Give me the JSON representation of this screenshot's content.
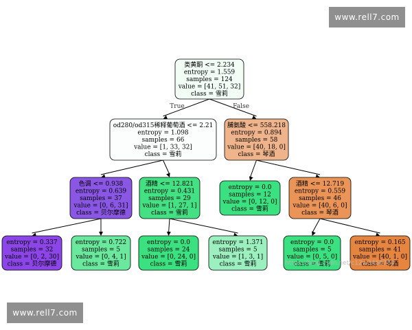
{
  "watermarks": {
    "top": "www.rell7.com",
    "bottom": "www.rell7.com"
  },
  "credit": "https://blog.csdn.net/c12w3456789",
  "colors": {
    "edge": "#000000",
    "node_border": "#000000"
  },
  "tree": {
    "edge_labels": {
      "true_label": "True",
      "false_label": "False"
    },
    "nodes": [
      {
        "id": "n0",
        "color": "#f2fdf6",
        "lines": [
          "类黄酮 <= 2.234",
          "entropy = 1.559",
          "samples = 124",
          "value = [41, 51, 32]",
          "class = 雪莉"
        ]
      },
      {
        "id": "n1",
        "color": "#fcfefd",
        "lines": [
          "od280/od315稀释葡萄酒 <= 2.21",
          "entropy = 1.098",
          "samples = 66",
          "value = [1, 33, 32]",
          "class = 雪莉"
        ]
      },
      {
        "id": "n2",
        "color": "#efb48c",
        "lines": [
          "脯氨酸 <= 558.218",
          "entropy = 0.894",
          "samples = 58",
          "value = [40, 18, 0]",
          "class = 琴酒"
        ]
      },
      {
        "id": "n3",
        "color": "#8a56e4",
        "lines": [
          "色调 <= 0.938",
          "entropy = 0.639",
          "samples = 37",
          "value = [0, 6, 31]",
          "class = 贝尔摩德"
        ]
      },
      {
        "id": "n4",
        "color": "#43e084",
        "lines": [
          "酒精 <= 12.821",
          "entropy = 0.431",
          "samples = 29",
          "value = [1, 27, 1]",
          "class = 雪莉"
        ]
      },
      {
        "id": "n5",
        "color": "#3be180",
        "lines": [
          "entropy = 0.0",
          "samples = 12",
          "value = [0, 12, 0]",
          "class = 雪莉"
        ]
      },
      {
        "id": "n6",
        "color": "#ea9457",
        "lines": [
          "酒精 <= 12.719",
          "entropy = 0.559",
          "samples = 46",
          "value = [40, 6, 0]",
          "class = 琴酒"
        ]
      },
      {
        "id": "n7",
        "color": "#8c45e6",
        "lines": [
          "entropy = 0.337",
          "samples = 32",
          "value = [0, 2, 30]",
          "class = 贝尔摩德"
        ]
      },
      {
        "id": "n8",
        "color": "#6ae89e",
        "lines": [
          "entropy = 0.722",
          "samples = 5",
          "value = [0, 4, 1]",
          "class = 雪莉"
        ]
      },
      {
        "id": "n9",
        "color": "#3be180",
        "lines": [
          "entropy = 0.0",
          "samples = 24",
          "value = [0, 24, 0]",
          "class = 雪莉"
        ]
      },
      {
        "id": "n10",
        "color": "#9cefbe",
        "lines": [
          "entropy = 1.371",
          "samples = 5",
          "value = [1, 3, 1]",
          "class = 雪莉"
        ]
      },
      {
        "id": "n11",
        "color": "#3be180",
        "lines": [
          "entropy = 0.0",
          "samples = 5",
          "value = [0, 5, 0]",
          "class = 雪莉"
        ]
      },
      {
        "id": "n12",
        "color": "#e68540",
        "lines": [
          "entropy = 0.165",
          "samples = 41",
          "value = [40, 1, 0]",
          "class = 琴酒"
        ]
      }
    ],
    "edges": [
      [
        "n0",
        "n1"
      ],
      [
        "n0",
        "n2"
      ],
      [
        "n1",
        "n3"
      ],
      [
        "n1",
        "n4"
      ],
      [
        "n2",
        "n5"
      ],
      [
        "n2",
        "n6"
      ],
      [
        "n3",
        "n7"
      ],
      [
        "n3",
        "n8"
      ],
      [
        "n4",
        "n9"
      ],
      [
        "n4",
        "n10"
      ],
      [
        "n6",
        "n11"
      ],
      [
        "n6",
        "n12"
      ]
    ]
  }
}
